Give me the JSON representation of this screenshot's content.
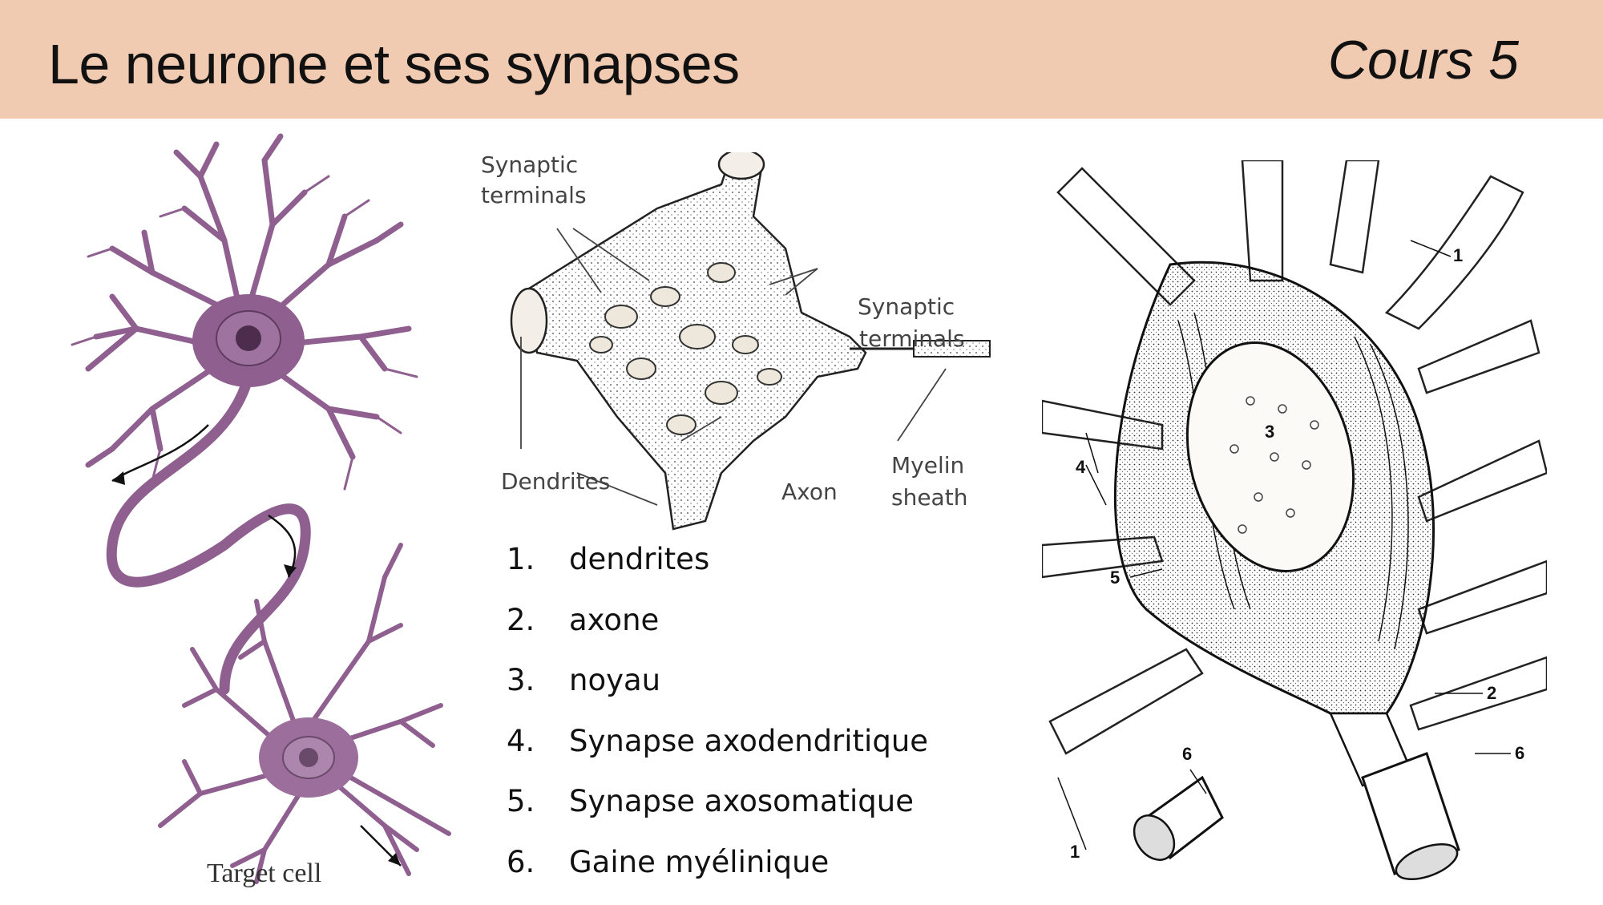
{
  "header": {
    "title": "Le neurone et ses synapses",
    "course": "Cours 5",
    "bg_color": "#f0cbb1"
  },
  "left_figure": {
    "target_label": "Target cell",
    "neuron_color": "#8e5f8f"
  },
  "center_figure": {
    "labels": {
      "synaptic_terminals_top_1": "Synaptic",
      "synaptic_terminals_top_2": "terminals",
      "synaptic_terminals_right_1": "Synaptic",
      "synaptic_terminals_right_2": "terminals",
      "dendrites": "Dendrites",
      "axon": "Axon",
      "myelin_1": "Myelin",
      "myelin_2": "sheath"
    }
  },
  "right_figure": {
    "callouts": [
      "1",
      "2",
      "3",
      "4",
      "5",
      "6",
      "6",
      "1"
    ]
  },
  "legend": [
    {
      "num": "1.",
      "text": "dendrites"
    },
    {
      "num": "2.",
      "text": "axone"
    },
    {
      "num": "3.",
      "text": "noyau"
    },
    {
      "num": "4.",
      "text": "Synapse axodendritique"
    },
    {
      "num": "5.",
      "text": "Synapse axosomatique"
    },
    {
      "num": "6.",
      "text": "Gaine myélinique"
    }
  ]
}
